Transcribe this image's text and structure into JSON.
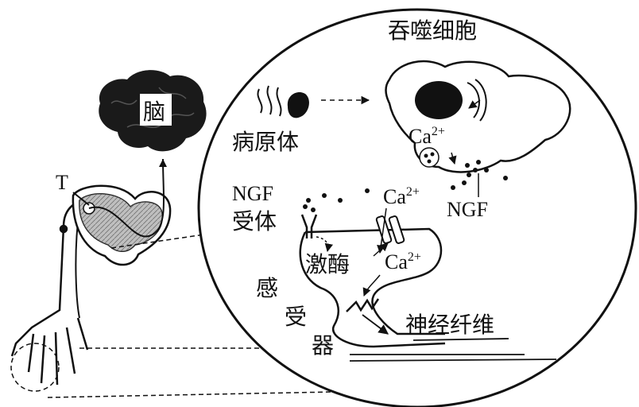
{
  "labels": {
    "brain": "脑",
    "t_node": "T",
    "phagocyte": "吞噬细胞",
    "pathogen": "病原体",
    "ca_phagocyte": "Ca",
    "ca_phagocyte_sup": "2+",
    "ngf_release": "NGF",
    "ngf_receptor_line1": "NGF",
    "ngf_receptor_line2": "受体",
    "ca_channel": "Ca",
    "ca_channel_sup": "2+",
    "kinase": "激酶",
    "ca_inner": "Ca",
    "ca_inner_sup": "2+",
    "receptor_char1": "感",
    "receptor_char2": "受",
    "receptor_char3": "器",
    "nerve_fiber": "神经纤维"
  },
  "colors": {
    "ink": "#111111",
    "brain": "#1a1a1a",
    "node_fill": "#8a8a8a",
    "background": "#ffffff"
  }
}
